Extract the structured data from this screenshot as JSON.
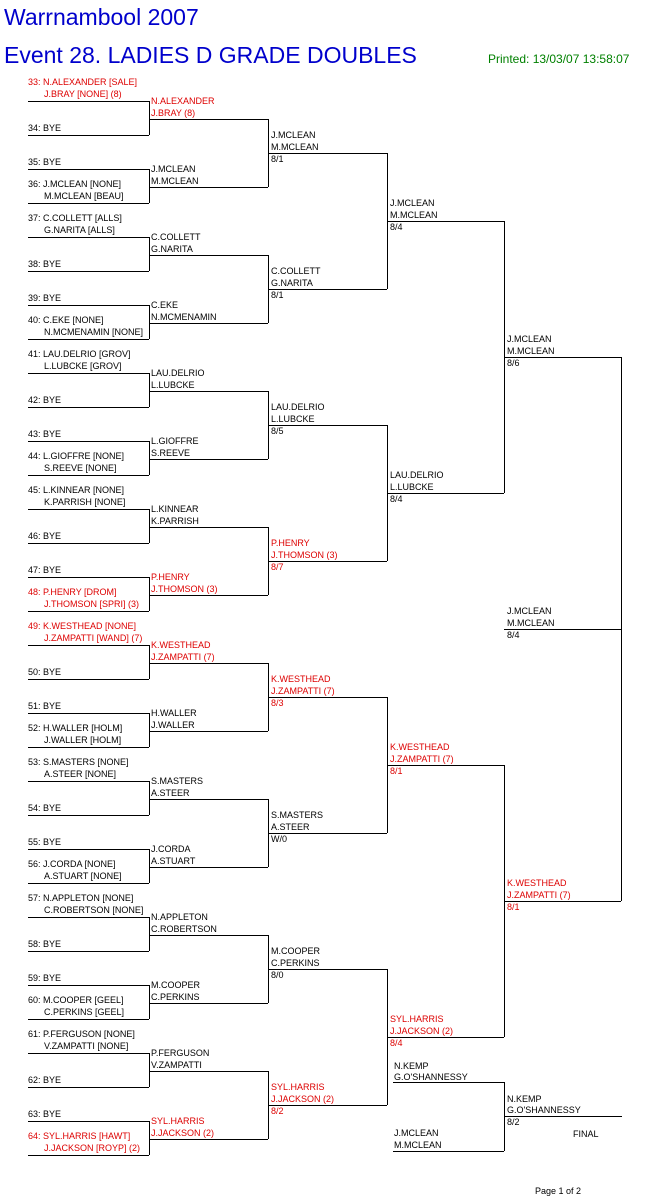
{
  "header": {
    "tournament": "Warrnambool 2007",
    "event": "Event 28. LADIES D GRADE DOUBLES",
    "printed": "Printed: 13/03/07 13:58:07"
  },
  "footer": {
    "page": "Page 1 of 2",
    "final_label": "FINAL"
  },
  "round1": [
    {
      "seed": "33",
      "lines": [
        "33: N.ALEXANDER [SALE]",
        "J.BRAY [NONE] (8)"
      ],
      "highlight": true
    },
    {
      "seed": "34",
      "lines": [
        "34: BYE"
      ],
      "highlight": false
    },
    {
      "seed": "35",
      "lines": [
        "35: BYE"
      ],
      "highlight": false
    },
    {
      "seed": "36",
      "lines": [
        "36: J.MCLEAN [NONE]",
        "M.MCLEAN [BEAU]"
      ],
      "highlight": false
    },
    {
      "seed": "37",
      "lines": [
        "37: C.COLLETT [ALLS]",
        "G.NARITA [ALLS]"
      ],
      "highlight": false
    },
    {
      "seed": "38",
      "lines": [
        "38: BYE"
      ],
      "highlight": false
    },
    {
      "seed": "39",
      "lines": [
        "39: BYE"
      ],
      "highlight": false
    },
    {
      "seed": "40",
      "lines": [
        "40: C.EKE [NONE]",
        "N.MCMENAMIN [NONE]"
      ],
      "highlight": false
    },
    {
      "seed": "41",
      "lines": [
        "41: LAU.DELRIO [GROV]",
        "L.LUBCKE [GROV]"
      ],
      "highlight": false
    },
    {
      "seed": "42",
      "lines": [
        "42: BYE"
      ],
      "highlight": false
    },
    {
      "seed": "43",
      "lines": [
        "43: BYE"
      ],
      "highlight": false
    },
    {
      "seed": "44",
      "lines": [
        "44: L.GIOFFRE [NONE]",
        "S.REEVE [NONE]"
      ],
      "highlight": false
    },
    {
      "seed": "45",
      "lines": [
        "45: L.KINNEAR [NONE]",
        "K.PARRISH [NONE]"
      ],
      "highlight": false
    },
    {
      "seed": "46",
      "lines": [
        "46: BYE"
      ],
      "highlight": false
    },
    {
      "seed": "47",
      "lines": [
        "47: BYE"
      ],
      "highlight": false
    },
    {
      "seed": "48",
      "lines": [
        "48: P.HENRY [DROM]",
        "J.THOMSON [SPRI] (3)"
      ],
      "highlight": true
    },
    {
      "seed": "49",
      "lines": [
        "49: K.WESTHEAD [NONE]",
        "J.ZAMPATTI [WAND] (7)"
      ],
      "highlight": true
    },
    {
      "seed": "50",
      "lines": [
        "50: BYE"
      ],
      "highlight": false
    },
    {
      "seed": "51",
      "lines": [
        "51: BYE"
      ],
      "highlight": false
    },
    {
      "seed": "52",
      "lines": [
        "52: H.WALLER [HOLM]",
        "J.WALLER [HOLM]"
      ],
      "highlight": false
    },
    {
      "seed": "53",
      "lines": [
        "53: S.MASTERS [NONE]",
        "A.STEER [NONE]"
      ],
      "highlight": false
    },
    {
      "seed": "54",
      "lines": [
        "54: BYE"
      ],
      "highlight": false
    },
    {
      "seed": "55",
      "lines": [
        "55: BYE"
      ],
      "highlight": false
    },
    {
      "seed": "56",
      "lines": [
        "56: J.CORDA [NONE]",
        "A.STUART [NONE]"
      ],
      "highlight": false
    },
    {
      "seed": "57",
      "lines": [
        "57: N.APPLETON [NONE]",
        "C.ROBERTSON [NONE]"
      ],
      "highlight": false
    },
    {
      "seed": "58",
      "lines": [
        "58: BYE"
      ],
      "highlight": false
    },
    {
      "seed": "59",
      "lines": [
        "59: BYE"
      ],
      "highlight": false
    },
    {
      "seed": "60",
      "lines": [
        "60: M.COOPER [GEEL]",
        "C.PERKINS [GEEL]"
      ],
      "highlight": false
    },
    {
      "seed": "61",
      "lines": [
        "61: P.FERGUSON [NONE]",
        "V.ZAMPATTI [NONE]"
      ],
      "highlight": false
    },
    {
      "seed": "62",
      "lines": [
        "62: BYE"
      ],
      "highlight": false
    },
    {
      "seed": "63",
      "lines": [
        "63: BYE"
      ],
      "highlight": false
    },
    {
      "seed": "64",
      "lines": [
        "64: SYL.HARRIS [HAWT]",
        "J.JACKSON [ROYP] (2)"
      ],
      "highlight": true
    }
  ],
  "round2": [
    {
      "lines": [
        "N.ALEXANDER",
        "J.BRAY (8)"
      ],
      "highlight": true
    },
    {
      "lines": [
        "J.MCLEAN",
        "M.MCLEAN"
      ],
      "highlight": false
    },
    {
      "lines": [
        "C.COLLETT",
        "G.NARITA"
      ],
      "highlight": false
    },
    {
      "lines": [
        "C.EKE",
        "N.MCMENAMIN"
      ],
      "highlight": false
    },
    {
      "lines": [
        "LAU.DELRIO",
        "L.LUBCKE"
      ],
      "highlight": false
    },
    {
      "lines": [
        "L.GIOFFRE",
        "S.REEVE"
      ],
      "highlight": false
    },
    {
      "lines": [
        "L.KINNEAR",
        "K.PARRISH"
      ],
      "highlight": false
    },
    {
      "lines": [
        "P.HENRY",
        "J.THOMSON (3)"
      ],
      "highlight": true
    },
    {
      "lines": [
        "K.WESTHEAD",
        "J.ZAMPATTI (7)"
      ],
      "highlight": true
    },
    {
      "lines": [
        "H.WALLER",
        "J.WALLER"
      ],
      "highlight": false
    },
    {
      "lines": [
        "S.MASTERS",
        "A.STEER"
      ],
      "highlight": false
    },
    {
      "lines": [
        "J.CORDA",
        "A.STUART"
      ],
      "highlight": false
    },
    {
      "lines": [
        "N.APPLETON",
        "C.ROBERTSON"
      ],
      "highlight": false
    },
    {
      "lines": [
        "M.COOPER",
        "C.PERKINS"
      ],
      "highlight": false
    },
    {
      "lines": [
        "P.FERGUSON",
        "V.ZAMPATTI"
      ],
      "highlight": false
    },
    {
      "lines": [
        "SYL.HARRIS",
        "J.JACKSON (2)"
      ],
      "highlight": true
    }
  ],
  "round3": [
    {
      "lines": [
        "J.MCLEAN",
        "M.MCLEAN"
      ],
      "score": "8/1",
      "highlight": false
    },
    {
      "lines": [
        "C.COLLETT",
        "G.NARITA"
      ],
      "score": "8/1",
      "highlight": false
    },
    {
      "lines": [
        "LAU.DELRIO",
        "L.LUBCKE"
      ],
      "score": "8/5",
      "highlight": false
    },
    {
      "lines": [
        "P.HENRY",
        "J.THOMSON (3)"
      ],
      "score": "8/7",
      "highlight": true
    },
    {
      "lines": [
        "K.WESTHEAD",
        "J.ZAMPATTI (7)"
      ],
      "score": "8/3",
      "highlight": true
    },
    {
      "lines": [
        "S.MASTERS",
        "A.STEER"
      ],
      "score": "W/0",
      "highlight": false
    },
    {
      "lines": [
        "M.COOPER",
        "C.PERKINS"
      ],
      "score": "8/0",
      "highlight": false
    },
    {
      "lines": [
        "SYL.HARRIS",
        "J.JACKSON (2)"
      ],
      "score": "8/2",
      "highlight": true
    }
  ],
  "round4": [
    {
      "lines": [
        "J.MCLEAN",
        "M.MCLEAN"
      ],
      "score": "8/4",
      "highlight": false
    },
    {
      "lines": [
        "LAU.DELRIO",
        "L.LUBCKE"
      ],
      "score": "8/4",
      "highlight": false
    },
    {
      "lines": [
        "K.WESTHEAD",
        "J.ZAMPATTI (7)"
      ],
      "score": "8/1",
      "highlight": true
    },
    {
      "lines": [
        "SYL.HARRIS",
        "J.JACKSON (2)"
      ],
      "score": "8/4",
      "highlight": true
    }
  ],
  "round5": [
    {
      "lines": [
        "J.MCLEAN",
        "M.MCLEAN"
      ],
      "score": "8/6",
      "highlight": false
    },
    {
      "lines": [
        "K.WESTHEAD",
        "J.ZAMPATTI (7)"
      ],
      "score": "8/1",
      "highlight": true
    }
  ],
  "round6": {
    "lines": [
      "J.MCLEAN",
      "M.MCLEAN"
    ],
    "score": "8/4",
    "highlight": false
  },
  "playoff": {
    "top": {
      "lines": [
        "N.KEMP",
        "G.O'SHANNESSY"
      ]
    },
    "bottom": {
      "lines": [
        "J.MCLEAN",
        "M.MCLEAN"
      ]
    },
    "winner": {
      "lines": [
        "N.KEMP",
        "G.O'SHANNESSY"
      ],
      "score": "8/2"
    }
  }
}
